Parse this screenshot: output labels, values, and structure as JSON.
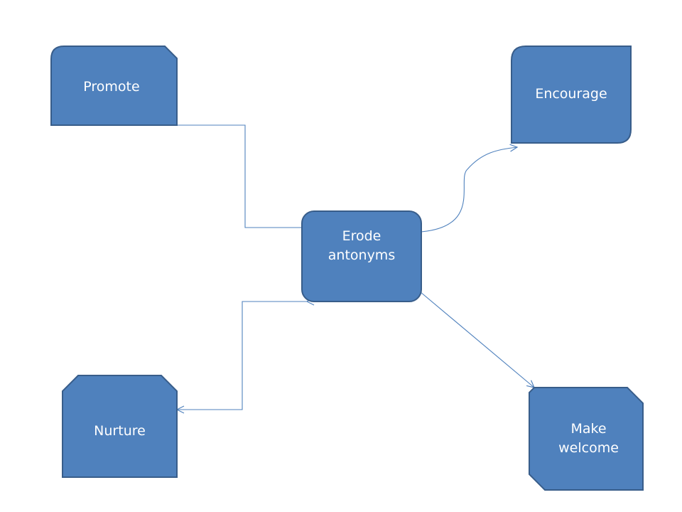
{
  "center": {
    "label": "Erode\nantonyms"
  },
  "nodes": [
    {
      "id": "promote",
      "label": "Promote"
    },
    {
      "id": "encourage",
      "label": "Encourage"
    },
    {
      "id": "nurture",
      "label": "Nurture"
    },
    {
      "id": "make-welcome",
      "label": "Make\nwelcome"
    }
  ],
  "colors": {
    "fill": "#4f81bd",
    "stroke": "#385d8a",
    "connector": "#4f81bd",
    "text": "#ffffff"
  }
}
